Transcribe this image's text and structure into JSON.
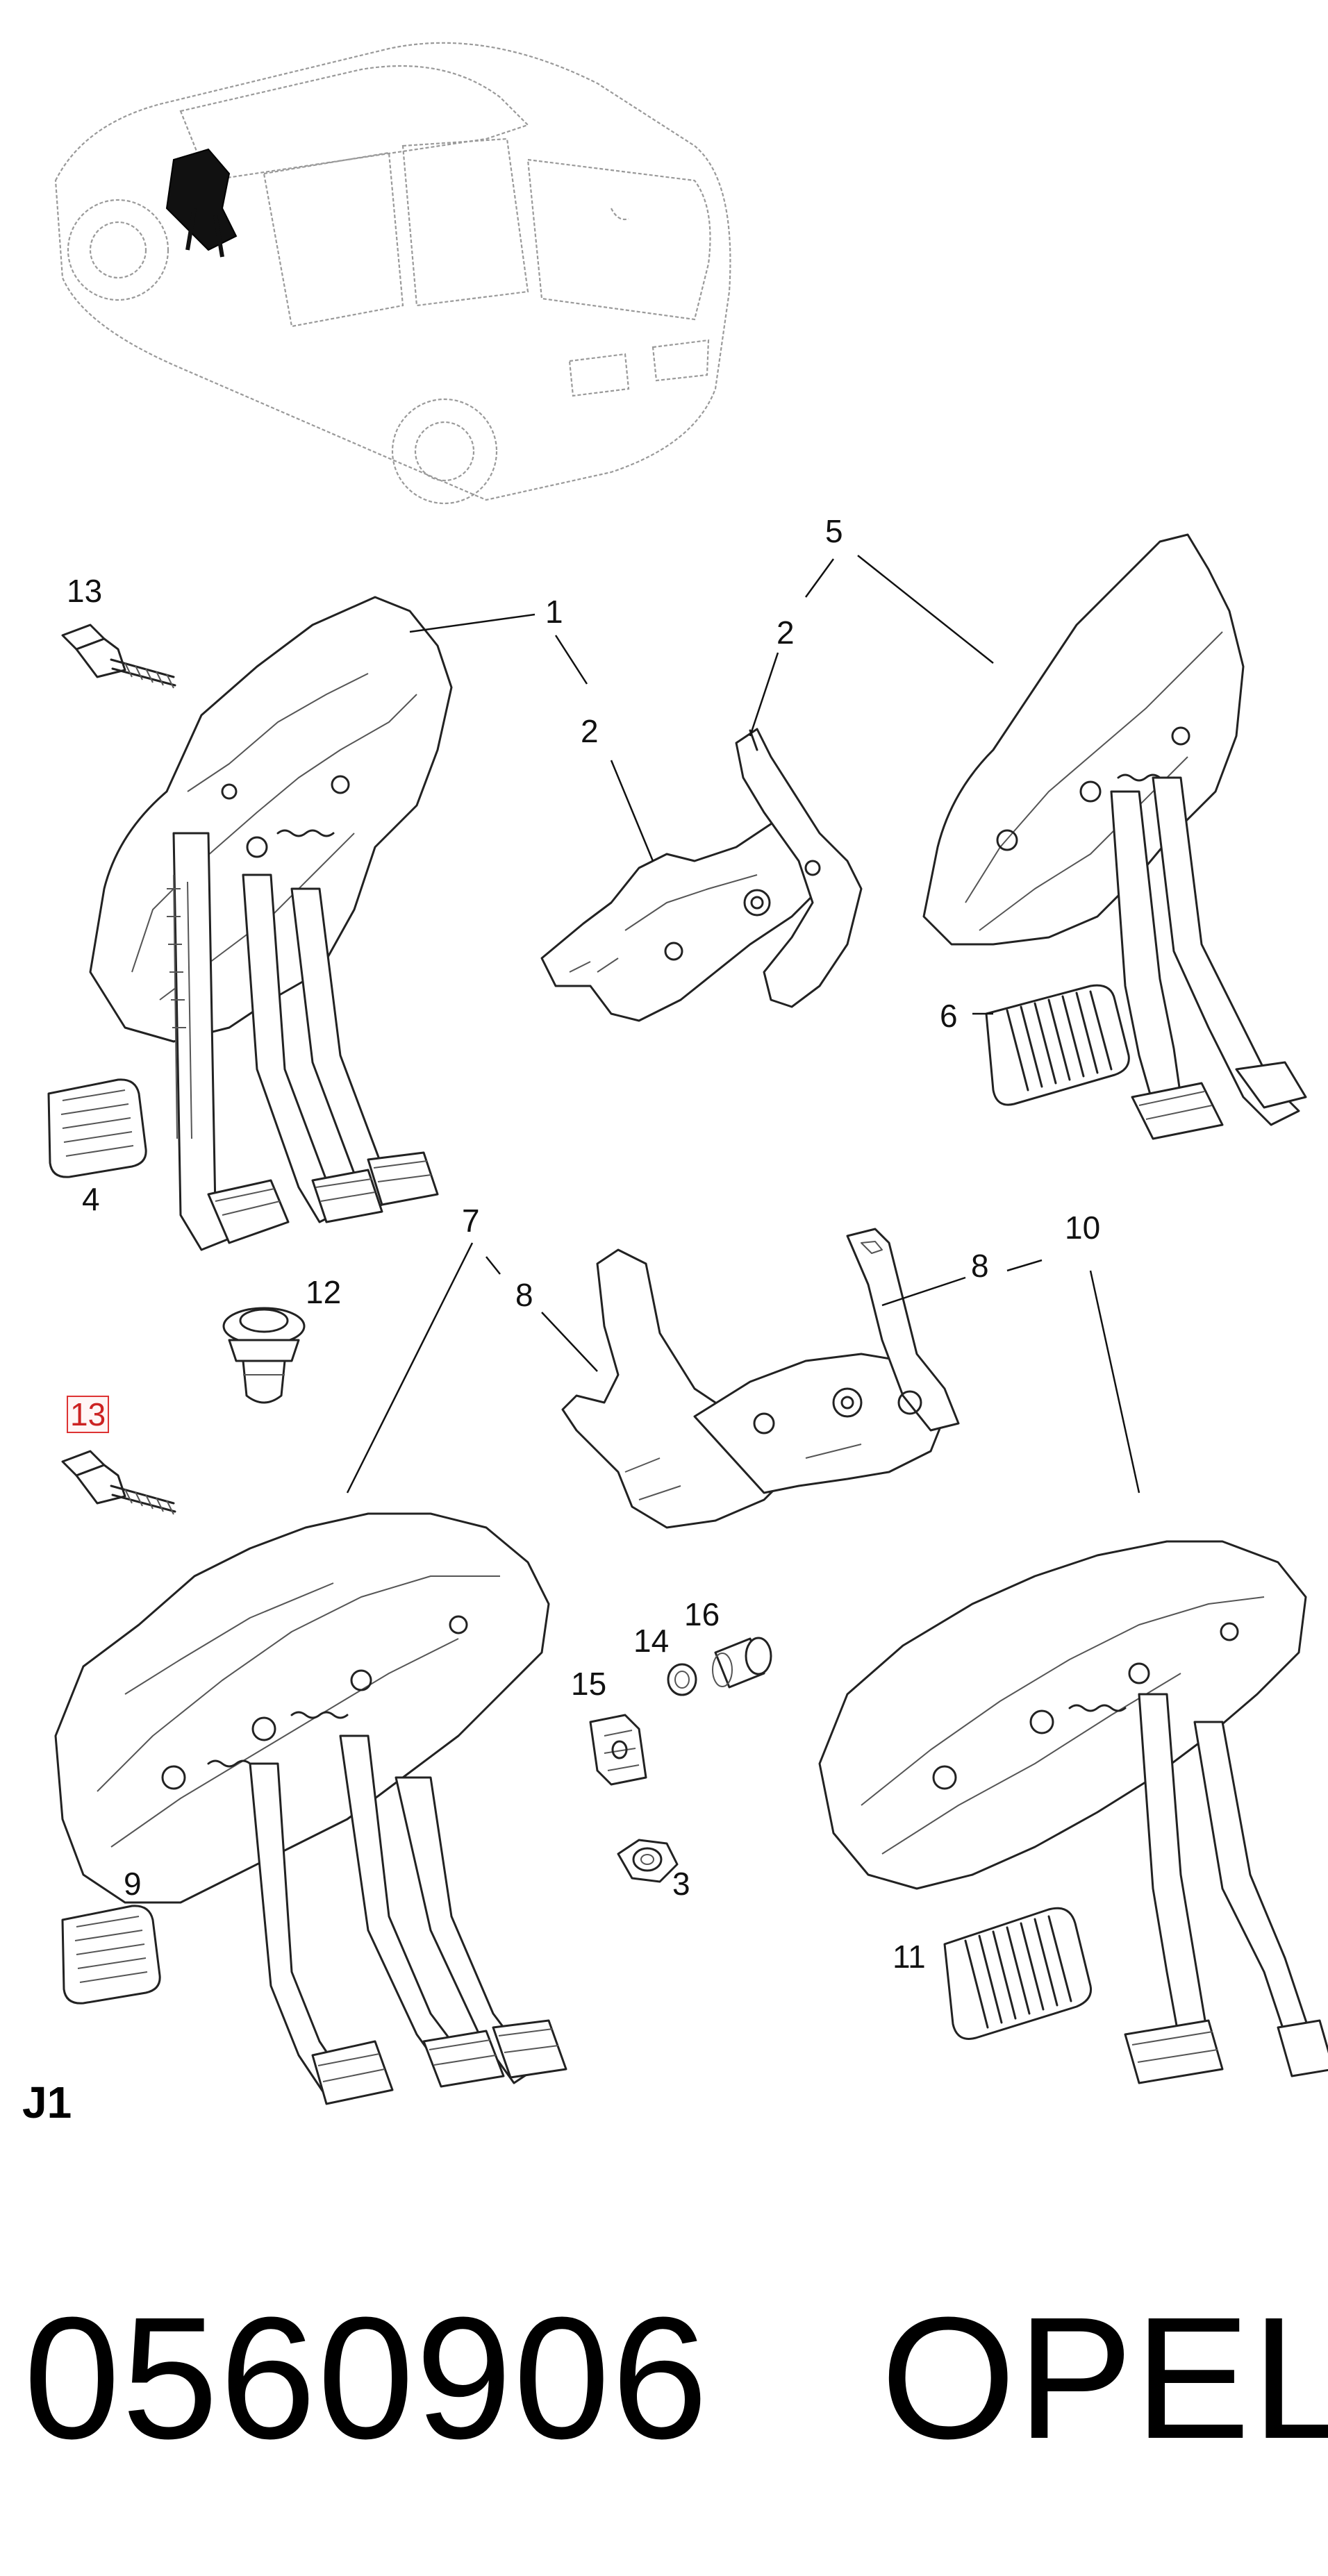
{
  "callouts": {
    "c1": "1",
    "c2a": "2",
    "c2b": "2",
    "c3": "3",
    "c4": "4",
    "c5": "5",
    "c6": "6",
    "c7": "7",
    "c8a": "8",
    "c8b": "8",
    "c9": "9",
    "c10": "10",
    "c11": "11",
    "c12": "12",
    "c13a": "13",
    "c13b": "13",
    "c14": "14",
    "c15": "15",
    "c16": "16"
  },
  "section_label": "J1",
  "part_number": "0560906",
  "brand": "OPEL",
  "colors": {
    "line": "#222222",
    "highlight": "#d33333",
    "car_outline": "#9a9a9a"
  }
}
